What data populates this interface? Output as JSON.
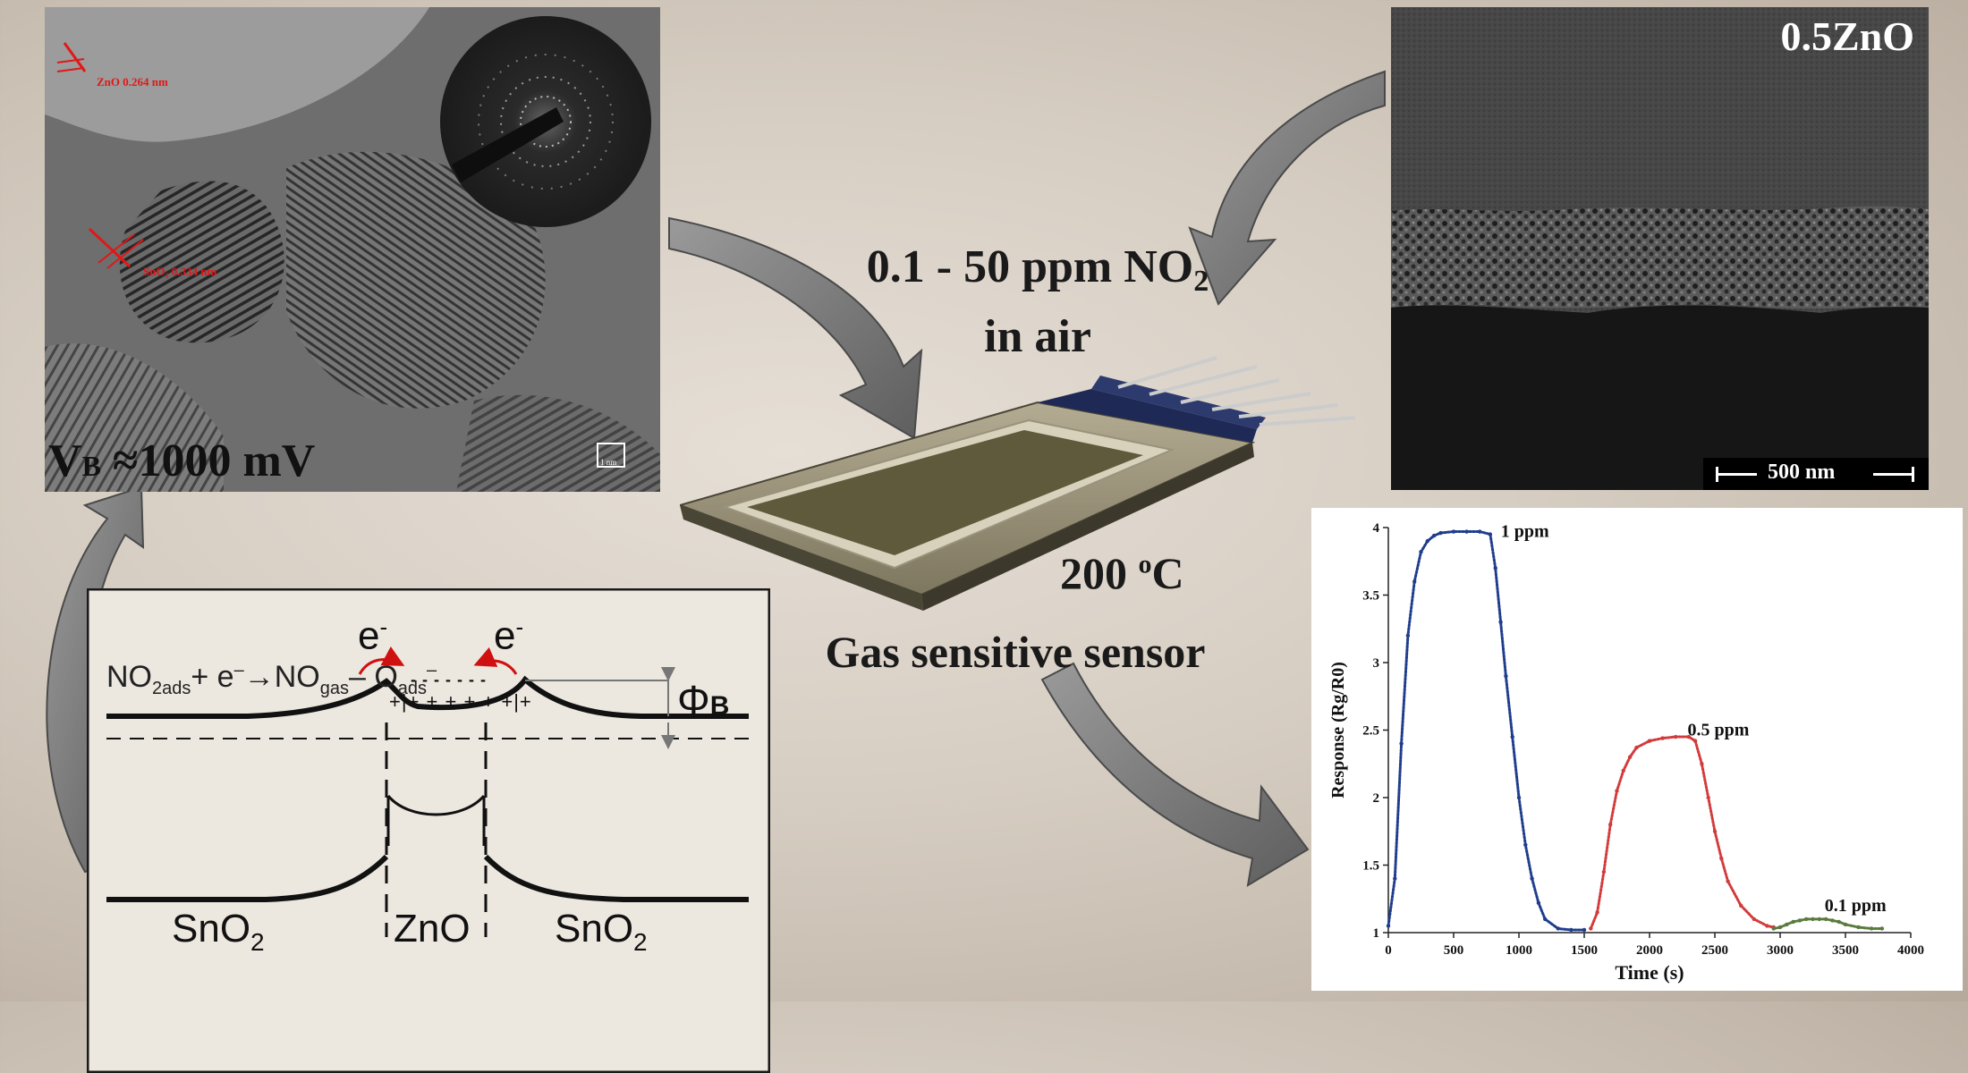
{
  "conditions": {
    "line1": "0.1 - 50 ppm NO",
    "line1_sub": "2",
    "line2": "in air"
  },
  "temperature": {
    "value": "200 ",
    "sup": "o",
    "unit": "C"
  },
  "sensor_caption": "Gas sensitive sensor",
  "tem": {
    "vb_label": "V",
    "vb_sub": "B",
    "vb_value": " ≈1000 mV",
    "zno_lattice": "ZnO 0.264 nm",
    "sno2_lattice": "SnO₂ 0.334 nm",
    "scale": "1 nm"
  },
  "sem": {
    "title": "0.5ZnO",
    "scale": "500 nm"
  },
  "band": {
    "electron1": "e",
    "electron2": "e",
    "electron_sup": "-",
    "phi": "Φ",
    "phi_sub": "B",
    "sno2_left": "SnO",
    "sno2_right": "SnO",
    "sno2_sub": "2",
    "zno": "ZnO",
    "reaction": {
      "no2": "NO",
      "no2_sub": "2",
      "ads1": "ads",
      "plus": "+ e",
      "arrow": "→NO",
      "gas": "gas",
      "minus": "– O",
      "ads2": "ads",
      "sup": "–"
    },
    "charges_plus": "+|+ + + + + +|+",
    "charges_minus": "- - - - - - -"
  },
  "chart_data": {
    "type": "scatter",
    "xlabel": "Time (s)",
    "ylabel": "Response (Rg/R0)",
    "xlim": [
      0,
      4000
    ],
    "ylim": [
      1,
      4
    ],
    "xticks": [
      0,
      500,
      1000,
      1500,
      2000,
      2500,
      3000,
      3500,
      4000
    ],
    "yticks": [
      1,
      1.5,
      2,
      2.5,
      3,
      3.5,
      4
    ],
    "ytick_labels": [
      "1",
      "1.5",
      "2",
      "2.5",
      "3",
      "3.5",
      "4"
    ],
    "series": [
      {
        "name": "1 ppm",
        "color": "#1f3d8c",
        "x": [
          0,
          50,
          100,
          150,
          200,
          250,
          300,
          350,
          400,
          500,
          600,
          700,
          780,
          820,
          860,
          900,
          950,
          1000,
          1050,
          1100,
          1150,
          1200,
          1300,
          1400,
          1500
        ],
        "y": [
          1.05,
          1.4,
          2.4,
          3.2,
          3.6,
          3.82,
          3.9,
          3.94,
          3.96,
          3.97,
          3.97,
          3.97,
          3.95,
          3.7,
          3.3,
          2.9,
          2.45,
          2.0,
          1.65,
          1.4,
          1.22,
          1.1,
          1.03,
          1.02,
          1.02
        ]
      },
      {
        "name": "0.5 ppm",
        "color": "#d23b3b",
        "x": [
          1550,
          1600,
          1650,
          1700,
          1750,
          1800,
          1850,
          1900,
          2000,
          2100,
          2200,
          2300,
          2350,
          2400,
          2450,
          2500,
          2550,
          2600,
          2700,
          2800,
          2900,
          2950
        ],
        "y": [
          1.03,
          1.15,
          1.45,
          1.8,
          2.05,
          2.2,
          2.3,
          2.37,
          2.42,
          2.44,
          2.45,
          2.45,
          2.42,
          2.25,
          2.0,
          1.75,
          1.55,
          1.38,
          1.2,
          1.1,
          1.05,
          1.04
        ]
      },
      {
        "name": "0.1 ppm",
        "color": "#5b7a3e",
        "x": [
          2950,
          3000,
          3050,
          3100,
          3150,
          3200,
          3250,
          3300,
          3350,
          3400,
          3450,
          3500,
          3600,
          3700,
          3780
        ],
        "y": [
          1.03,
          1.04,
          1.06,
          1.08,
          1.09,
          1.1,
          1.1,
          1.1,
          1.1,
          1.09,
          1.08,
          1.06,
          1.04,
          1.03,
          1.03
        ]
      }
    ],
    "annotations": [
      {
        "text": "1 ppm",
        "x": 820,
        "y": 3.97
      },
      {
        "text": "0.5 ppm",
        "x": 2250,
        "y": 2.5
      },
      {
        "text": "0.1 ppm",
        "x": 3300,
        "y": 1.2
      }
    ]
  }
}
